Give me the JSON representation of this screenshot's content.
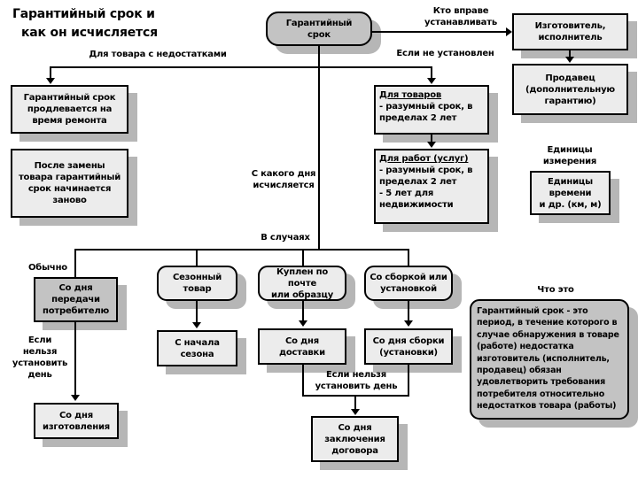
{
  "title": {
    "line1": "Гарантийный срок и",
    "line2": "как он исчисляется"
  },
  "root": {
    "label": "Гарантийный\nсрок"
  },
  "branch_labels": {
    "for_defective_goods": "Для товара с недостатками",
    "who_may_set": "Кто вправе\nустанавливать",
    "if_not_set": "Если не установлен",
    "from_which_day": "С какого дня\nисчисляется",
    "units_of_measure": "Единицы\nизмерения",
    "in_cases": "В случаях",
    "usually": "Обычно",
    "if_cannot_set_day_left": "Если\nнельзя\nустановить\nдень",
    "if_cannot_set_day_bottom": "Если нельзя\nустановить день",
    "what_is_it": "Что это"
  },
  "nodes": {
    "extended_repair": "Гарантийный срок\nпродлевается на\nвремя ремонта",
    "restart_after_replace": "После замены\nтовара гарантийный\nсрок  начинается\nзаново",
    "manufacturer": "Изготовитель,\nисполнитель",
    "seller": "Продавец\n(дополнительную\nгарантию)",
    "for_goods_heading": "Для товаров",
    "for_goods_body": "- разумный срок,  в\nпределах 2 лет",
    "for_works_heading": "Для работ (услуг)",
    "for_works_body": "- разумный срок,  в\nпределах 2 лет\n- 5 лет для\nнедвижимости",
    "units_box": "Единицы\nвремени\nи др. (км, м)",
    "from_transfer_day": "Со дня\nпередачи\nпотребителю",
    "seasonal_goods": "Сезонный\nтовар",
    "bought_by_mail": "Куплен по почте\nили образцу",
    "with_assembly": "Со сборкой или\nустановкой",
    "from_season_start": "С начала\nсезона",
    "from_delivery_day": "Со дня\nдоставки",
    "from_assembly_day": "Со дня  сборки\n(установки)",
    "from_manufacture_day": "Со дня\nизготовления",
    "from_contract_day": "Со дня\nзаключения\nдоговора",
    "definition": "Гарантийный срок - это период, в течение которого в случае обнаружения в товаре (работе) недостатка изготовитель (исполнитель, продавец) обязан удовлетворить требования потребителя относительно недостатков товара (работы)"
  },
  "colors": {
    "node_fill": "#ececec",
    "node_fill_dark": "#c3c3c3",
    "shadow": "#b6b6b6",
    "outline": "#000000",
    "background": "#ffffff"
  }
}
